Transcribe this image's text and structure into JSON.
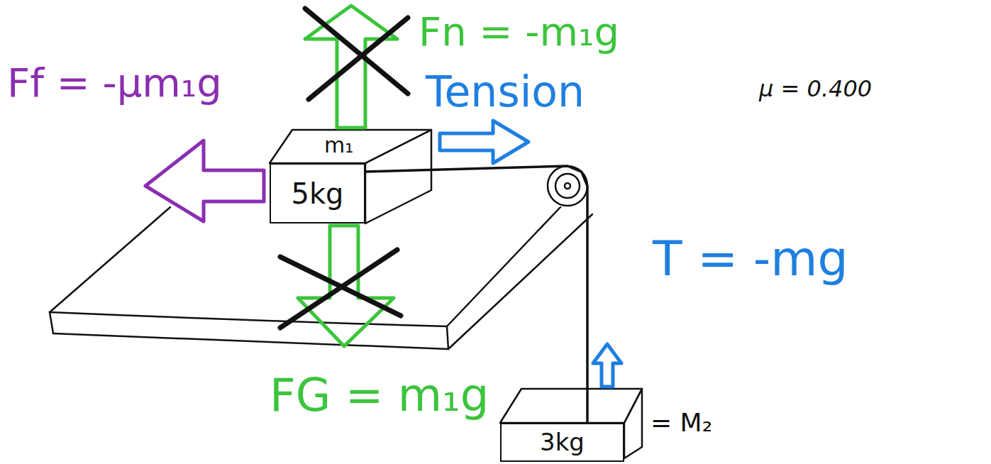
{
  "diagram": {
    "nodes": [
      {
        "text": [
          "m₁",
          "5kg"
        ]
      },
      {
        "text": [
          "3kg",
          "= M₂"
        ]
      }
    ],
    "edges": [
      {
        "from": 0,
        "to": 1,
        "arrow": "none"
      }
    ],
    "labels": [
      "Fn = -m₁g",
      "Ff = -μm₁g",
      "Tension",
      "μ = 0.400",
      "T = -mg",
      "FG = m₁g"
    ]
  }
}
